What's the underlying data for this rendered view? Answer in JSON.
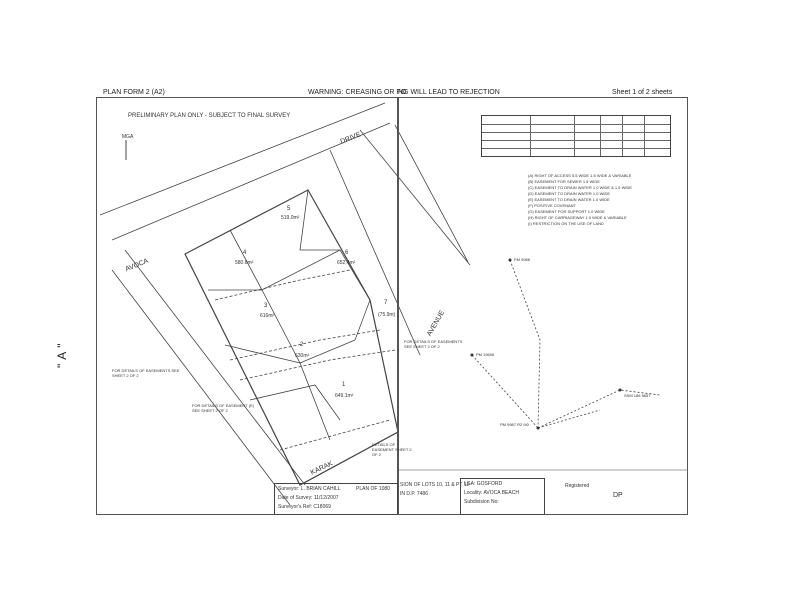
{
  "header": {
    "form": "PLAN FORM 2 (A2)",
    "warning_left": "WARNING: CREASING OR FO",
    "warning_right": "NG WILL LEAD TO REJECTION",
    "sheet": "Sheet 1 of 2 sheets"
  },
  "side_label": "\"A\"",
  "plan": {
    "preliminary": "PRELIMINARY PLAN ONLY - SUBJECT TO FINAL SURVEY",
    "north": "MGA",
    "streets": {
      "drive": "DRIVE",
      "avoca": "AVOCA",
      "avenue": "AVENUE",
      "karak": "KARAK"
    },
    "lots": [
      {
        "no": "5",
        "area": "519.0m²"
      },
      {
        "no": "4",
        "area": "580.6m²"
      },
      {
        "no": "6",
        "area": "652.4m²"
      },
      {
        "no": "3",
        "area": "616m²"
      },
      {
        "no": "7",
        "area": "(75.9m)"
      },
      {
        "no": "2",
        "area": "630m²"
      },
      {
        "no": "1",
        "area": "649.1m²"
      }
    ],
    "notes": [
      "FOR DETAILS OF EASEMENTS SEE SHEET 2 OF 2",
      "FOR DETAILS OF EASEMENT (E) SEE SHEET 2 OF 2",
      "FOR DETAILS OF EASEMENTS SEE SHEET 2 OF 2",
      "DETAILS OF EASEMENT SHEET 2 OF 2"
    ]
  },
  "title_block": {
    "surveyor": "Surveyor: L. BRIAN CAHILL",
    "date": "Date of Survey: 11/12/2007",
    "reg": "Surveyor's Ref: C18069",
    "plan_of": "PLAN OF 1080",
    "subdivision": "SION OF LOTS 10, 11 & PT 12",
    "dp": "IN D.P. 7486",
    "lga": "LGA: GOSFORD",
    "locality": "Locality: AVOCA BEACH",
    "subdivision_no": "Subdivision No:",
    "registered": "Registered",
    "dp_label": "DP"
  },
  "legend": [
    "(A) RIGHT OF ACCESS 5.5 WIDE 1.5 WIDE & VARIABLE",
    "(B) EASEMENT FOR SEWER 1.5 WIDE",
    "(C) EASEMENT TO DRAIN WATER 1.0 WIDE & 1.5 WIDE",
    "(D) EASEMENT TO DRAIN WATER 1.0 WIDE",
    "(E) EASEMENT TO DRAIN WATER 1.0 WIDE",
    "(F) POSITIVE COVENANT",
    "(G) EASEMENT FOR SUPPORT 1.0 WIDE",
    "(H) RIGHT OF CARRIAGEWAY 1.0 WIDE & VARIABLE",
    "(I) RESTRICTION ON THE USE OF LAND"
  ],
  "survey_marks": [
    "PM 9986",
    "PM 19606",
    "SSM 186 5657",
    "PM 9987 R2 9/0"
  ]
}
